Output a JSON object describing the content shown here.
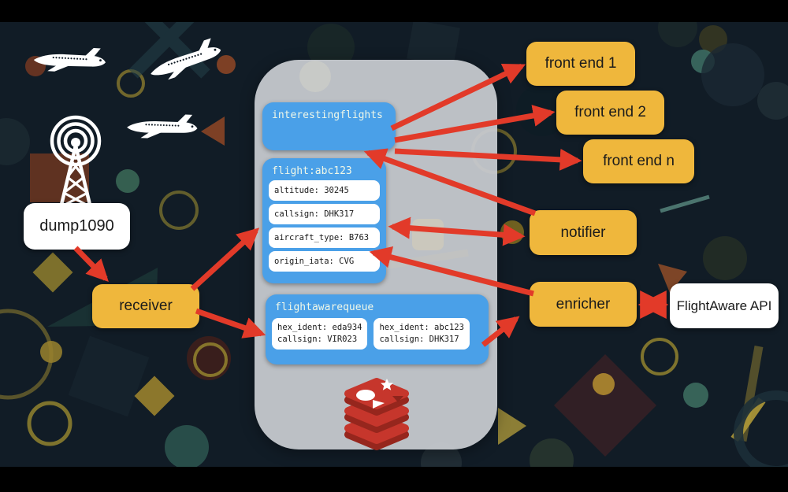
{
  "colors": {
    "accent_red": "#e23a29",
    "box_yellow": "#efb73c",
    "box_blue": "#4aa0e8",
    "redis_red": "#c6362c",
    "background": "#111c26"
  },
  "sources": {
    "dump1090": "dump1090",
    "receiver": "receiver"
  },
  "redis_store": {
    "channel": {
      "title": "interestingflights"
    },
    "flight_hash": {
      "title": "flight:abc123",
      "fields": [
        "altitude: 30245",
        "callsign: DHK317",
        "aircraft_type: B763",
        "origin_iata: CVG"
      ]
    },
    "queue": {
      "title": "flightawarequeue",
      "cards": [
        {
          "line1": "hex_ident: eda934",
          "line2": "callsign: VIR023"
        },
        {
          "line1": "hex_ident: abc123",
          "line2": "callsign: DHK317"
        }
      ]
    }
  },
  "consumers": {
    "front_end_1": "front end 1",
    "front_end_2": "front end 2",
    "front_end_n": "front end n",
    "notifier": "notifier",
    "enricher": "enricher",
    "flightaware_api": "FlightAware API"
  },
  "icons": {
    "antenna": "radio-antenna",
    "airplane": "airplane",
    "redis_logo": "redis-database"
  }
}
